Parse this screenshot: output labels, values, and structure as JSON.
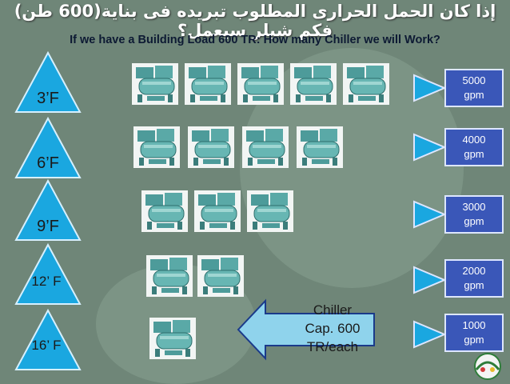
{
  "title_arabic": "إذا كان الحمل الحرارى المطلوب تبريده فى بناية(600 طن) فكم شيلر سيعمل؟",
  "subtitle": "If we have a Building Load 600 TR: How many Chiller we will Work?",
  "rows": [
    {
      "delta_t": "3’F",
      "chillers": 5,
      "flow_value": "5000",
      "flow_unit": "gpm"
    },
    {
      "delta_t": "6’F",
      "chillers": 4,
      "flow_value": "4000",
      "flow_unit": "gpm"
    },
    {
      "delta_t": "9’F",
      "chillers": 3,
      "flow_value": "3000",
      "flow_unit": "gpm"
    },
    {
      "delta_t": "12’ F",
      "chillers": 2,
      "flow_value": "2000",
      "flow_unit": "gpm"
    },
    {
      "delta_t": "16’ F",
      "chillers": 1,
      "flow_value": "1000",
      "flow_unit": "gpm"
    }
  ],
  "callout": {
    "line1": "Chiller",
    "line2": "Cap. 600",
    "line3": "TR/each"
  },
  "colors": {
    "triangle": "#1aa7e0",
    "box": "#3a57b8",
    "arrow": "#8fd3ec"
  },
  "icons": {
    "chiller": "chiller-unit-icon",
    "logo": "logo-icon"
  }
}
